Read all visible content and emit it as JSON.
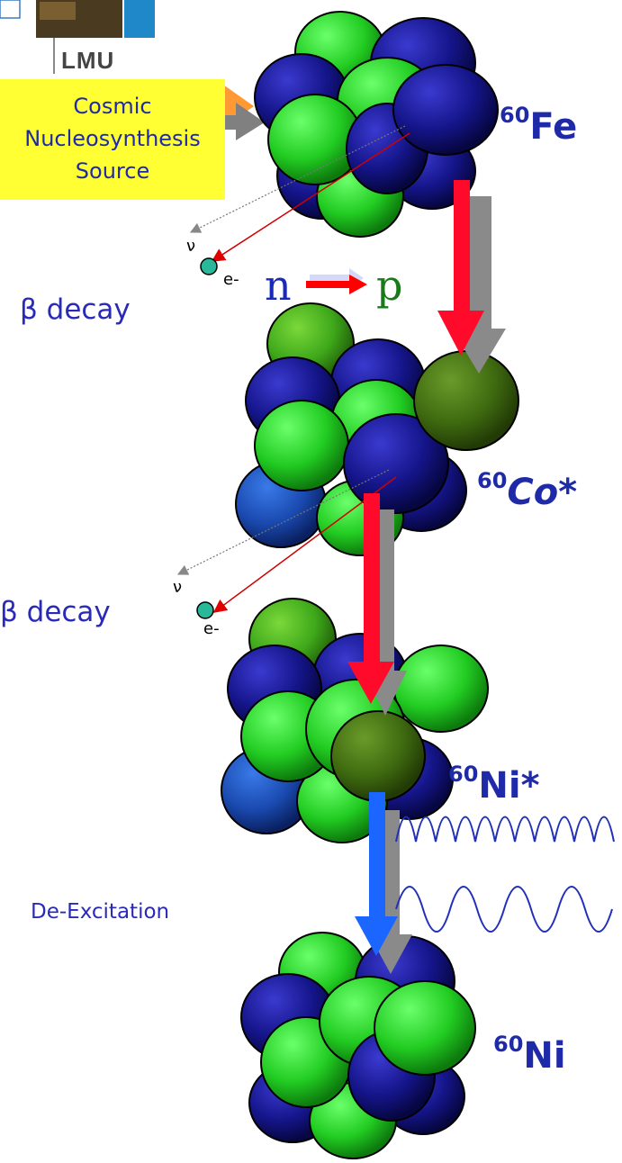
{
  "source": {
    "logo_text": "LMU",
    "box_lines": [
      "Cosmic",
      "Nucleosynthesis",
      "Source"
    ]
  },
  "isotopes": {
    "fe60": {
      "mass": "60",
      "symbol": "Fe"
    },
    "co60": {
      "mass": "60",
      "symbol": "Co*"
    },
    "ni60_excited": {
      "mass": "60",
      "symbol": "Ni*"
    },
    "ni60": {
      "mass": "60",
      "symbol": "Ni"
    }
  },
  "process_labels": {
    "beta_decay_1": "β decay",
    "beta_decay_2": "β decay",
    "de_excitation": "De-Excitation"
  },
  "particles": {
    "neutrino": "ν",
    "electron": "e-",
    "neutron": "n",
    "proton": "p"
  },
  "colors": {
    "proton_green": "#22d022",
    "neutron_blue": "#1a1a8c",
    "converted_dark_green": "#3f6b10",
    "decay_arrow_red": "#ff0a2a",
    "deexcitation_arrow_blue": "#1a66ff",
    "shadow_gray": "#8a8a8a",
    "source_box_yellow": "#ffff33",
    "source_arrow_orange": "#ff9933",
    "text_blue": "#2a2ab8"
  }
}
